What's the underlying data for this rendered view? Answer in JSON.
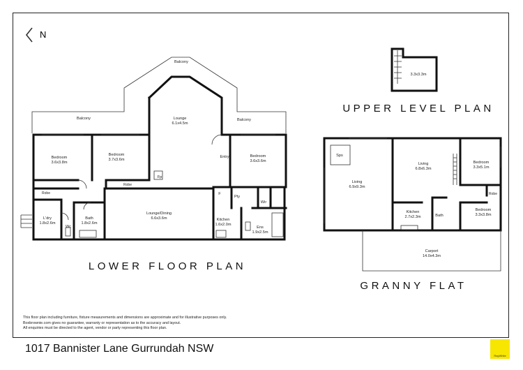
{
  "rooms": {
    "balcony_top": "Balcony",
    "balcony_left": "Balcony",
    "balcony_right": "Balcony",
    "lounge_name": "Lounge",
    "lounge_dim": "6.1x4.5m",
    "bedroom1_name": "Bedroom",
    "bedroom1_dim": "3.6x3.8m",
    "bedroom2_name": "Bedroom",
    "bedroom2_dim": "3.7x3.6m",
    "bedroom3_name": "Bedroom",
    "bedroom3_dim": "3.6x3.6m",
    "entry": "Entry",
    "fp": "Fp",
    "robe1": "Robe",
    "robe2": "Robe",
    "f": "F",
    "pty": "Pty",
    "wir": "Wir",
    "ldry_name": "L'dry",
    "ldry_dim": "1.8x2.6m",
    "wc": "Wc",
    "bath_name": "Bath",
    "bath_dim": "1.8x2.6m",
    "lounge_dining_name": "Lounge/Dining",
    "lounge_dining_dim": "6.6x3.6m",
    "kitchen_name": "Kitchen",
    "kitchen_dim": "1.6x2.0m",
    "ens_name": "Ens",
    "ens_dim": "1.9x2.5m"
  },
  "upper": {
    "room_dim": "3.3x3.3m"
  },
  "granny": {
    "sps": "Sps",
    "living1_name": "Living",
    "living1_dim": "6.9x9.3m",
    "living2_name": "Living",
    "living2_dim": "6.8x6.3m",
    "bedroom1_name": "Bedroom",
    "bedroom1_dim": "3.3x5.1m",
    "kitchen_name": "Kitchen",
    "kitchen_dim": "2.7x2.3m",
    "bath": "Bath",
    "robe": "Robe",
    "bedroom2_name": "Bedroom",
    "bedroom2_dim": "3.3x3.8m",
    "carport_name": "Carport",
    "carport_dim": "14.0x4.3m"
  },
  "titles": {
    "lower": "LOWER FLOOR PLAN",
    "upper": "UPPER LEVEL PLAN",
    "granny": "GRANNY FLAT"
  },
  "compass": "N",
  "disclaimer": [
    "This floor plan including furniture, fixture measurements and dimensions are approximate and for illustrative purposes only.",
    "Boxbrownie.com gives no guarantee, warranty or representation as to the accuracy and layout.",
    "All enquiries must be directed to the agent, vendor or party representing this floor plan."
  ],
  "address": "1017 Bannister Lane Gurrundah NSW",
  "logo_text": "RayWhite",
  "colors": {
    "logo": "#f7e600"
  }
}
